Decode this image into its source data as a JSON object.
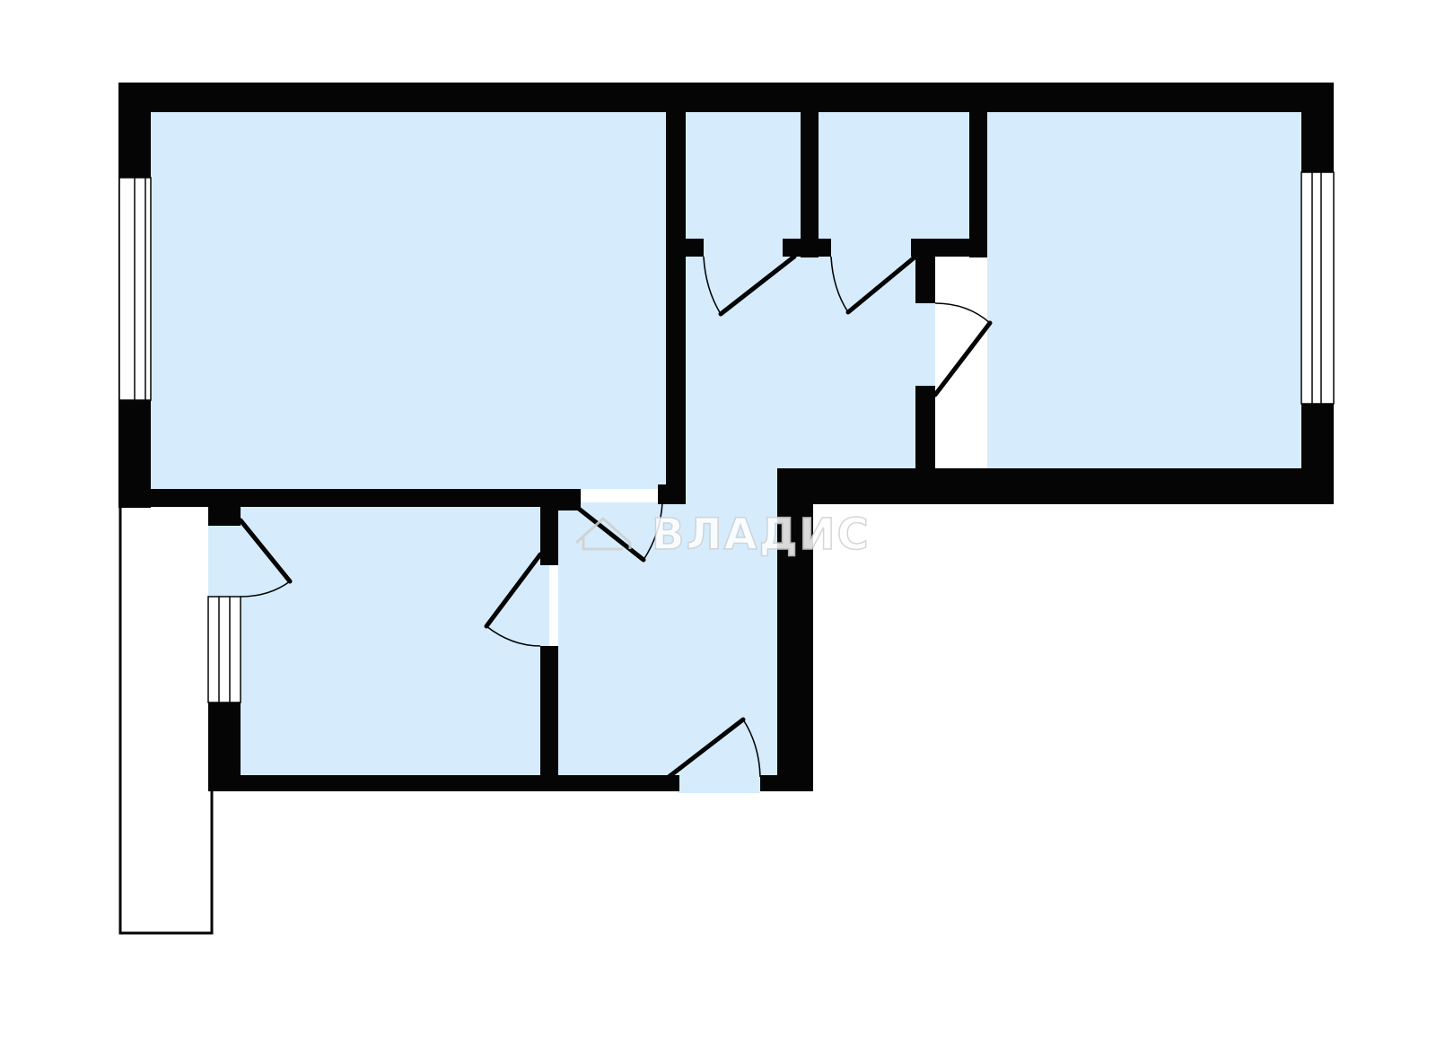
{
  "floorplan": {
    "colors": {
      "room_fill": "#d6ecfd",
      "wall": "#050505",
      "background": "#ffffff"
    },
    "rooms": [
      {
        "id": "living-room-large"
      },
      {
        "id": "room-right"
      },
      {
        "id": "bathroom"
      },
      {
        "id": "toilet"
      },
      {
        "id": "corridor"
      },
      {
        "id": "kitchen"
      },
      {
        "id": "entrance-hall"
      }
    ],
    "watermark": {
      "text": "ВЛАДИС",
      "logo_icon": "house-logo-icon"
    }
  }
}
